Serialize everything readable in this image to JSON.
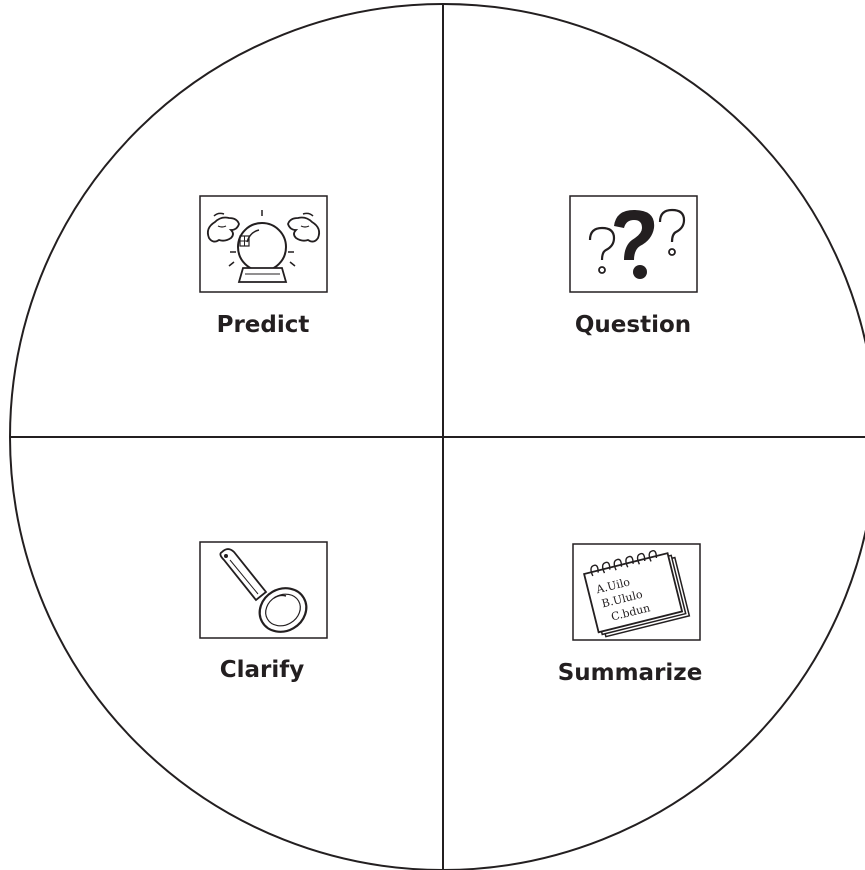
{
  "quadrants": {
    "predict": {
      "label": "Predict",
      "icon": "crystal-ball-icon"
    },
    "question": {
      "label": "Question",
      "icon": "question-marks-icon"
    },
    "clarify": {
      "label": "Clarify",
      "icon": "magnifying-glass-icon"
    },
    "summarize": {
      "label": "Summarize",
      "icon": "notepad-icon",
      "notepad_lines": [
        "A.Uilo",
        "B.Ululo",
        "C.bdun"
      ]
    }
  },
  "colors": {
    "line": "#231f20",
    "text": "#231f20",
    "background": "#ffffff"
  }
}
